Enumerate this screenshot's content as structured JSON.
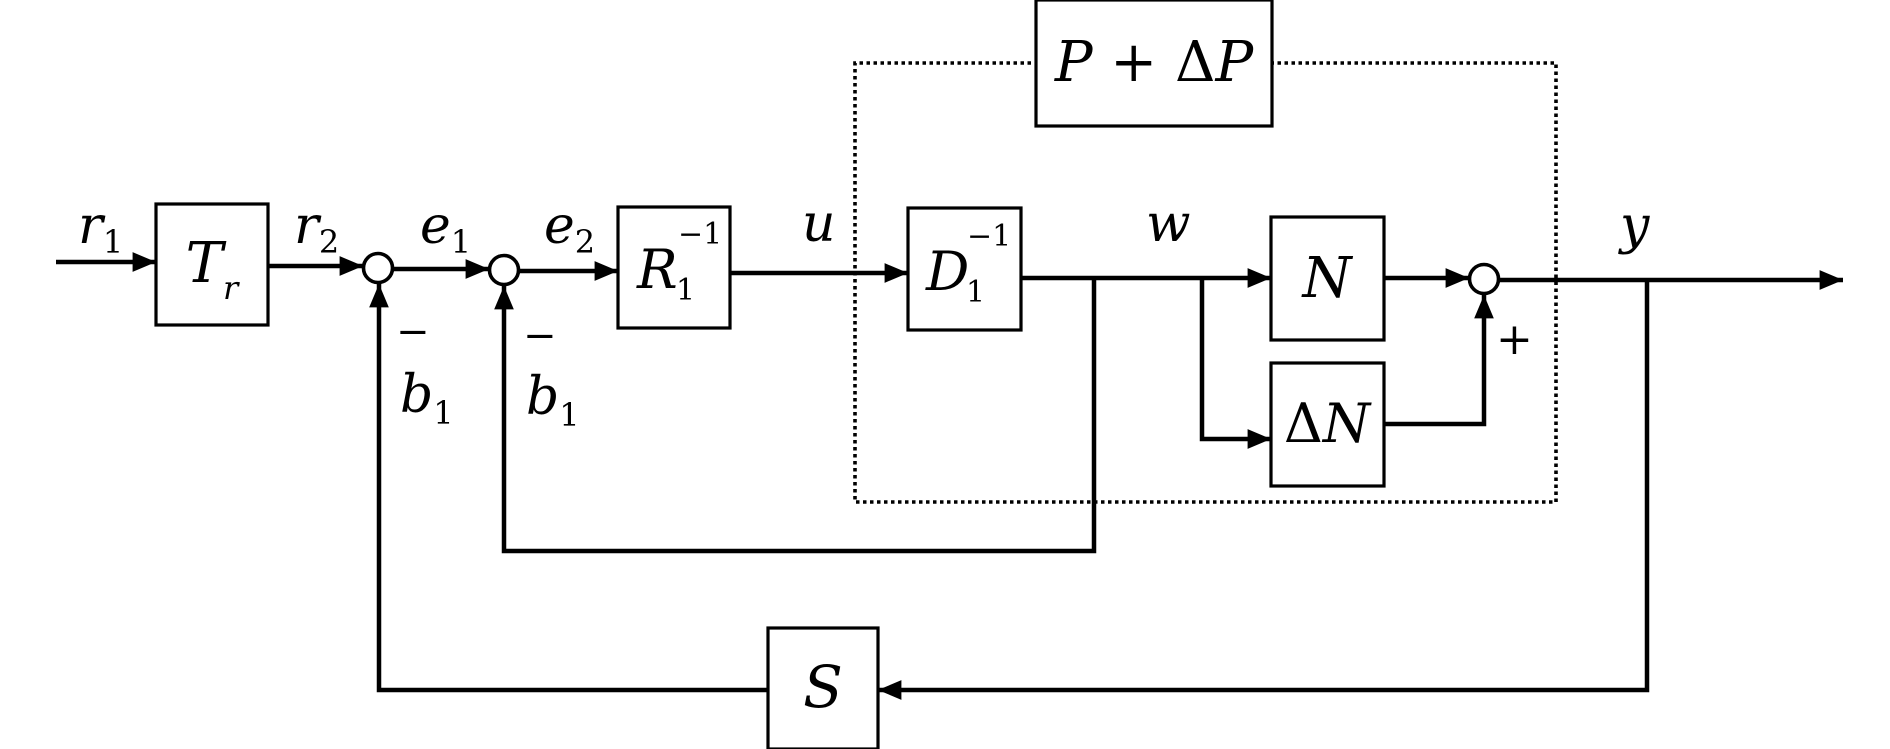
{
  "blocks": {
    "tr": {
      "main": "T",
      "sub": "r"
    },
    "r1inv": {
      "main": "R",
      "sub": "1",
      "sup": "−1"
    },
    "d1inv": {
      "main": "D",
      "sub": "1",
      "sup": "−1"
    },
    "n": {
      "main": "N"
    },
    "dn": {
      "delta": "Δ",
      "main": "N"
    },
    "s": {
      "main": "S"
    },
    "pdp": {
      "p": "P",
      "op": " + ",
      "delta": "Δ",
      "p2": "P"
    }
  },
  "signals": {
    "r1": {
      "main": "r",
      "sub": "1"
    },
    "r2": {
      "main": "r",
      "sub": "2"
    },
    "e1": {
      "main": "e",
      "sub": "1"
    },
    "e2": {
      "main": "e",
      "sub": "2"
    },
    "u": {
      "main": "u"
    },
    "w": {
      "main": "w"
    },
    "y": {
      "main": "y"
    }
  },
  "feedback_labels": {
    "b1_first": {
      "main": "b",
      "sub": "1",
      "sign": "−"
    },
    "b1_second": {
      "main": "b",
      "sub": "1",
      "sign": "−"
    },
    "plus": "+"
  },
  "colors": {
    "ink": "#000000",
    "background": "#ffffff"
  }
}
